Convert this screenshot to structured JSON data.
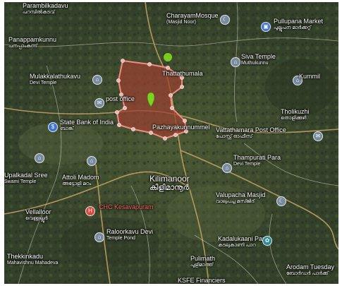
{
  "map": {
    "places": [
      {
        "name": "Parambilkadavu",
        "sub": "പറമ്പിൽകടവ്"
      },
      {
        "name": "CharayamMosque",
        "sub": "(Masjid Noor)"
      },
      {
        "name": "Pullupana Market",
        "sub": "പുല്ലുപന മാർക്കറ്റ്"
      },
      {
        "name": "Panappamkunnu",
        "sub": "പനപ്പാംകുന്ന്"
      },
      {
        "name": "Siva Temple",
        "sub": "Muthukunnu"
      },
      {
        "name": "Mulakkalathukavu",
        "sub": "Devi Temple"
      },
      {
        "name": "Thattathumala",
        "sub": ""
      },
      {
        "name": "post office",
        "sub": ""
      },
      {
        "name": "State Bank of India",
        "sub": "ബാങ്ക്"
      },
      {
        "name": "Pazhayakunnummel",
        "sub": ""
      },
      {
        "name": "Vattathamara Post Office",
        "sub": "പോസ്റ്റ് ഓഫീസ്"
      },
      {
        "name": "Tholikuzhi",
        "sub": "തൊളിക്കുഴി"
      },
      {
        "name": "Kummil",
        "sub": ""
      },
      {
        "name": "Upalkadal Sree",
        "sub": "Swami Temple"
      },
      {
        "name": "Attoli Madom",
        "sub": "അട്ടോളി മഠം"
      },
      {
        "name": "Thampurati Para",
        "sub": "Devi Temple"
      },
      {
        "name": "Kilimanoor",
        "sub": "കിളിമാനൂർ"
      },
      {
        "name": "Valupacha Masjid",
        "sub": "വാലുപച്ച മസ്ജിദ്"
      },
      {
        "name": "Vellalloor",
        "sub": "വെള്ളല്ലൂർ"
      },
      {
        "name": "CHC Kesavapuram",
        "sub": ""
      },
      {
        "name": "Raloorkavu Devi",
        "sub": "Temple Pond"
      },
      {
        "name": "Kadalukaani Para",
        "sub": "കടലുകാണി പാറ"
      },
      {
        "name": "Thekkinkadu",
        "sub": "Mahavishnu Mahadeva"
      },
      {
        "name": "Pulimath",
        "sub": "പുളിമാത്ത്"
      },
      {
        "name": "Arodam Tuesday",
        "sub": "ബോർഡർ പാർക്ക്"
      },
      {
        "name": "KSFE Financiers",
        "sub": ""
      }
    ],
    "icons": [
      "worship-icon",
      "bank-icon",
      "hospital-icon",
      "park-icon",
      "market-icon",
      "post-icon",
      "mosque-icon"
    ],
    "boundary_color": "#f28b82",
    "marker_color": "#7ed321"
  }
}
